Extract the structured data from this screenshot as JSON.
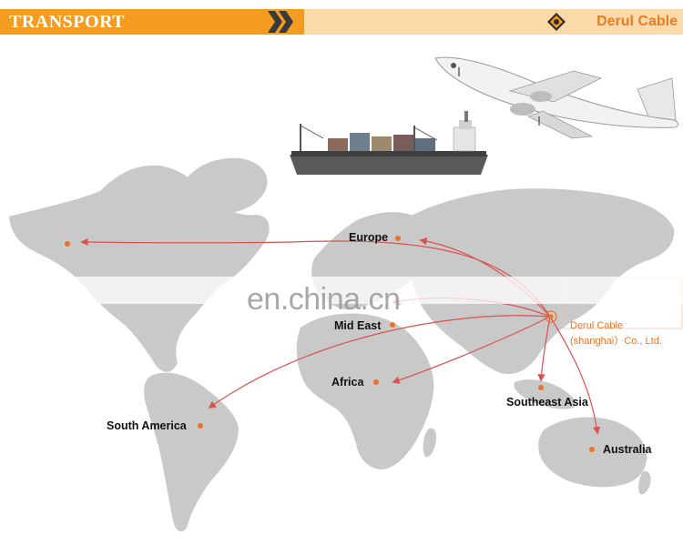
{
  "header": {
    "title": "TRANSPORT",
    "brand": "Derul Cable",
    "accent_color": "#f39c1f",
    "brand_color": "#e67e22"
  },
  "map": {
    "land_color": "#c9c9c9",
    "route_color": "#d9534f",
    "origin": {
      "label_line1": "Derul Cable",
      "label_line2": "(shanghai）Co., Ltd."
    },
    "destinations": {
      "europe": "Europe",
      "mid_east": "Mid East",
      "africa": "Africa",
      "south_america": "South America",
      "southeast_asia": "Southeast Asia",
      "australia": "Australia"
    }
  },
  "watermark": "en.china.cn",
  "icons": [
    "airplane-icon",
    "cargo-ship-icon",
    "chevron-right-icon",
    "derul-logo-icon"
  ]
}
